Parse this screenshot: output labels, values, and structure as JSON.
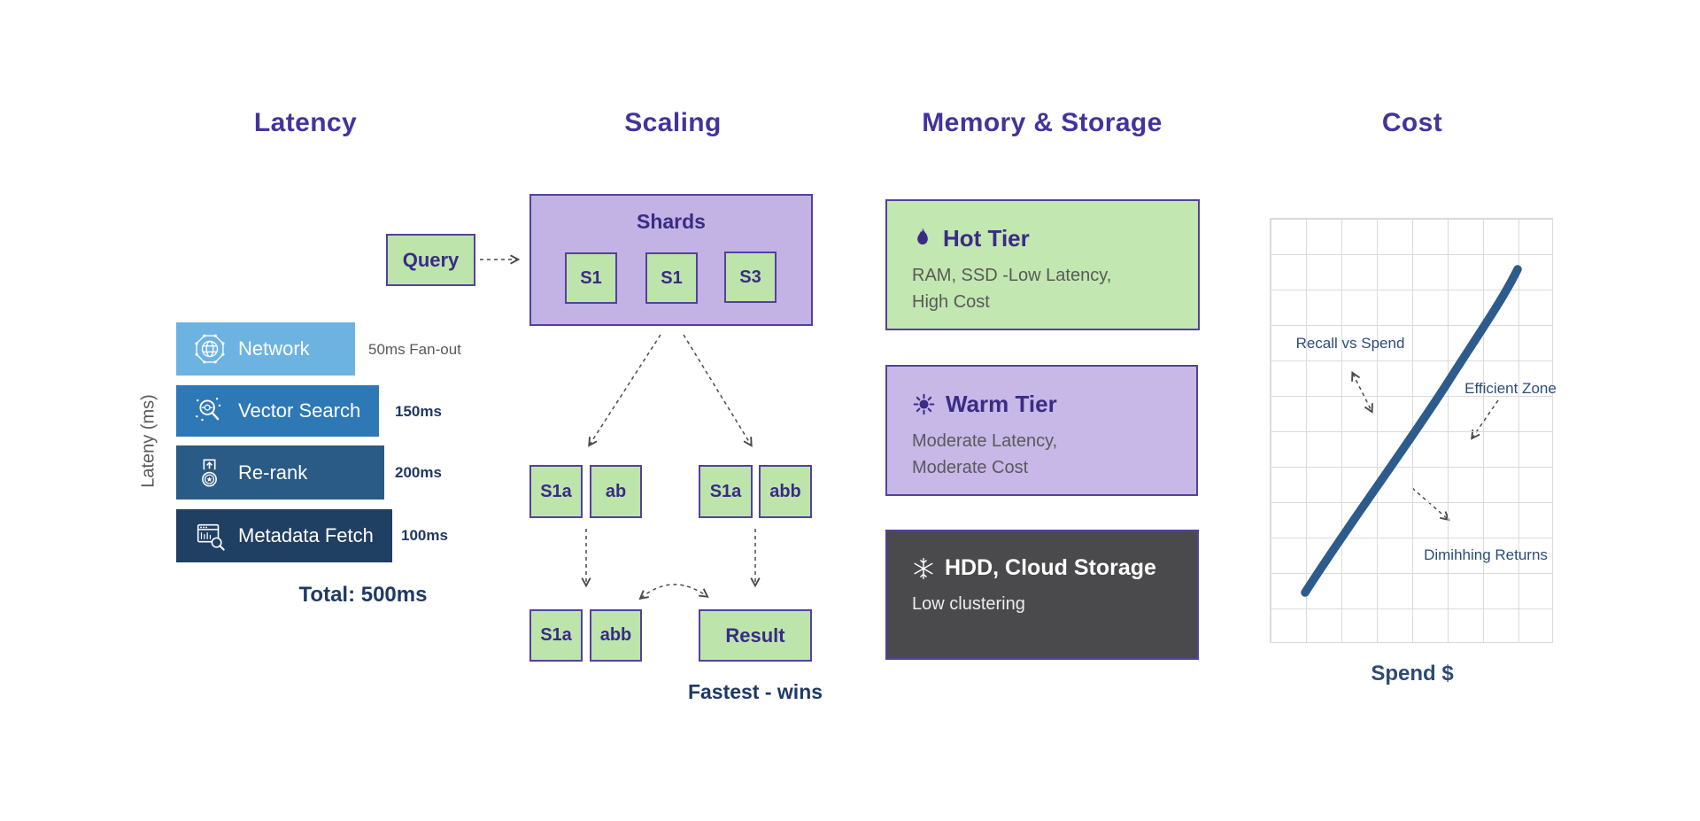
{
  "titles": {
    "latency": "Latency",
    "scaling": "Scaling",
    "memory": "Memory & Storage",
    "cost": "Cost"
  },
  "latency": {
    "axis_label": "Lateny (ms)",
    "total_label": "Total: 500ms",
    "bars": [
      {
        "label": "Network",
        "value": "50ms Fan-out",
        "icon": "network-globe-icon",
        "color": "#6CB3E2"
      },
      {
        "label": "Vector Search",
        "value": "150ms",
        "icon": "magnifier-sparkle-icon",
        "color": "#2E78B6"
      },
      {
        "label": "Re-rank",
        "value": "200ms",
        "icon": "award-rank-icon",
        "color": "#2A5A86"
      },
      {
        "label": "Metadata Fetch",
        "value": "100ms",
        "icon": "data-table-search-icon",
        "color": "#1F3F63"
      }
    ]
  },
  "scaling": {
    "query": "Query",
    "shards_title": "Shards",
    "shards": [
      "S1",
      "S1",
      "S3"
    ],
    "row2": [
      "S1a",
      "ab",
      "S1a",
      "abb"
    ],
    "row3": [
      "S1a",
      "abb"
    ],
    "result": "Result",
    "caption": "Fastest - wins"
  },
  "memory": {
    "cards": [
      {
        "icon": "flame-icon",
        "title": "Hot Tier",
        "line1": "RAM, SSD -Low Latency,",
        "line2": "High Cost",
        "bg": "#C2E7B0"
      },
      {
        "icon": "sun-icon",
        "title": "Warm Tier",
        "line1": "Moderate Latency,",
        "line2": "Moderate Cost",
        "bg": "#C7B8E8"
      },
      {
        "icon": "snowflake-icon",
        "title": "HDD, Cloud Storage",
        "line1": "Low clustering",
        "line2": "",
        "bg": "#4A4A4C"
      }
    ]
  },
  "cost": {
    "annotation_recall": "Recall vs Spend",
    "annotation_efficient": "Efficient Zone",
    "annotation_diminishing": "Dimihhing Returns",
    "xlabel": "Spend $"
  },
  "colors": {
    "heading_purple": "#44339E",
    "box_text_purple": "#3A2B85",
    "border_purple": "#54409F",
    "green_fill": "#BDE5AB",
    "purple_fill": "#C3B2E4",
    "dark_card": "#4A4A4C",
    "navy_text": "#1E3A66",
    "gray_text": "#595959",
    "curve_blue": "#2D5C8C",
    "grid_line": "#DBDBDB",
    "arrow_gray": "#4A4A4A"
  }
}
